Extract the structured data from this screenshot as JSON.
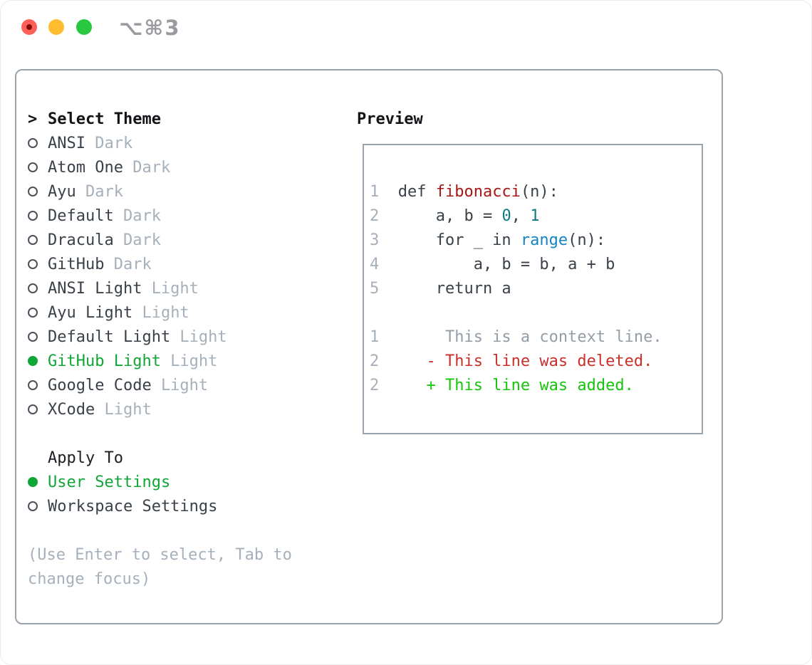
{
  "titlebar": {
    "title": "⌥⌘3",
    "traffic_lights": [
      "close",
      "minimize",
      "zoom"
    ],
    "close_has_unsaved_dot": true
  },
  "theme_panel": {
    "header_prefix": ">",
    "header": "Select Theme",
    "items": [
      {
        "name": "ANSI",
        "variant": "Dark",
        "selected": false
      },
      {
        "name": "Atom One",
        "variant": "Dark",
        "selected": false
      },
      {
        "name": "Ayu",
        "variant": "Dark",
        "selected": false
      },
      {
        "name": "Default",
        "variant": "Dark",
        "selected": false
      },
      {
        "name": "Dracula",
        "variant": "Dark",
        "selected": false
      },
      {
        "name": "GitHub",
        "variant": "Dark",
        "selected": false
      },
      {
        "name": "ANSI Light",
        "variant": "Light",
        "selected": false
      },
      {
        "name": "Ayu Light",
        "variant": "Light",
        "selected": false
      },
      {
        "name": "Default Light",
        "variant": "Light",
        "selected": false
      },
      {
        "name": "GitHub Light",
        "variant": "Light",
        "selected": true
      },
      {
        "name": "Google Code",
        "variant": "Light",
        "selected": false
      },
      {
        "name": "XCode",
        "variant": "Light",
        "selected": false
      }
    ],
    "apply_to": {
      "header": "Apply To",
      "options": [
        {
          "name": "User Settings",
          "selected": true
        },
        {
          "name": "Workspace Settings",
          "selected": false
        }
      ]
    },
    "hint_lines": [
      "(Use Enter to select, Tab to",
      "change focus)"
    ]
  },
  "preview": {
    "header": "Preview",
    "code_lines": [
      {
        "num": "1",
        "segments": [
          {
            "text": "def ",
            "color": "default"
          },
          {
            "text": "fibonacci",
            "color": "function-red"
          },
          {
            "text": "(n):",
            "color": "default"
          }
        ]
      },
      {
        "num": "2",
        "segments": [
          {
            "text": "    a, b = ",
            "color": "default"
          },
          {
            "text": "0",
            "color": "number-teal"
          },
          {
            "text": ", ",
            "color": "default"
          },
          {
            "text": "1",
            "color": "number-teal"
          }
        ]
      },
      {
        "num": "3",
        "segments": [
          {
            "text": "    for _ in ",
            "color": "default"
          },
          {
            "text": "range",
            "color": "builtin-blue"
          },
          {
            "text": "(n):",
            "color": "default"
          }
        ]
      },
      {
        "num": "4",
        "segments": [
          {
            "text": "        a, b = b, a + b",
            "color": "default"
          }
        ]
      },
      {
        "num": "5",
        "segments": [
          {
            "text": "    return a",
            "color": "default"
          }
        ]
      }
    ],
    "diff_lines": [
      {
        "num": "1",
        "segments": [
          {
            "text": "     This is a context line.",
            "color": "context-gray"
          }
        ]
      },
      {
        "num": "2",
        "segments": [
          {
            "text": "   - This line was deleted.",
            "color": "deleted-red"
          }
        ]
      },
      {
        "num": "2",
        "segments": [
          {
            "text": "   + This line was added.",
            "color": "added-green"
          }
        ]
      }
    ]
  },
  "colors": {
    "panel_border": "#9aa4ae",
    "text_default": "#3a4149",
    "text_muted": "#a6b0bb",
    "header_black": "#121418",
    "selected_green": "#10a637",
    "function_red": "#a61717",
    "number_teal": "#0e7a80",
    "builtin_blue": "#1385c4",
    "context_gray": "#949da6",
    "deleted_red": "#c9302c",
    "added_green": "#16c60c",
    "traffic_red": "#ff5f57",
    "traffic_yellow": "#febc2e",
    "traffic_green": "#28c840"
  }
}
